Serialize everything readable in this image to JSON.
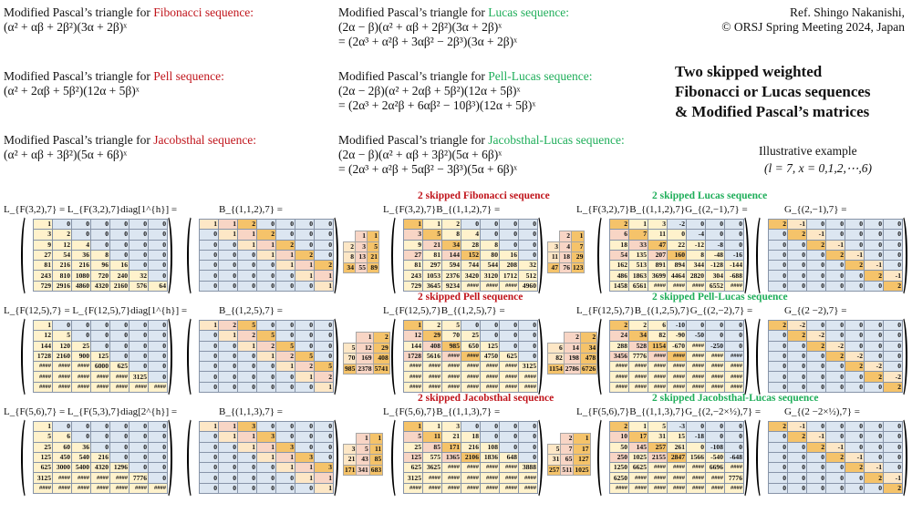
{
  "colors": {
    "red": "#c0141b",
    "green": "#1fae5a",
    "blue": "#dce6f1",
    "yellow": "#fff2cc",
    "orange": "#f5c36a",
    "pink": "#f8d5c5",
    "light": "#fde7c6"
  },
  "header": {
    "prefix": "Modified Pascal’s triangle for ",
    "left": [
      {
        "name": "Fibonacci sequence:",
        "formula": "(α² + αβ + 2β²)(3α + 2β)ˣ"
      },
      {
        "name": "Pell sequence:",
        "formula": "(α² + 2αβ + 5β²)(12α + 5β)ˣ"
      },
      {
        "name": "Jacobsthal sequence:",
        "formula": "(α² + αβ + 3β²)(5α + 6β)ˣ"
      }
    ],
    "middle": [
      {
        "name": "Lucas sequence:",
        "formula": "(2α − β)(α² + αβ + 2β²)(3α + 2β)ˣ",
        "formula2": "= (2α³ + α²β + 3αβ² − 2β³)(3α + 2β)ˣ"
      },
      {
        "name": "Pell-Lucas sequence:",
        "formula": "(2α − 2β)(α² + 2αβ + 5β²)(12α + 5β)ˣ",
        "formula2": "= (2α³ + 2α²β + 6αβ² − 10β³)(12α + 5β)ˣ"
      },
      {
        "name": "Jacobsthal-Lucas sequence:",
        "formula": "(2α − β)(α² + αβ + 3β²)(5α + 6β)ˣ",
        "formula2": "= (2α³ + α²β + 5αβ² − 3β³)(5α + 6β)ˣ"
      }
    ],
    "ref1": "Ref. Shingo Nakanishi,",
    "ref2": "© ORSJ Spring Meeting 2024, Japan",
    "title": [
      "Two skipped weighted",
      "Fibonacci or Lucas sequences",
      "& Modified Pascal’s matrices"
    ],
    "example": "Illustrative example",
    "example_params": "(l = 7, x = 0,1,2,⋯,6)"
  },
  "rows": [
    {
      "sect_left": "2 skipped Fibonacci sequence",
      "sect_right": "2 skipped Lucas sequence",
      "labels": [
        "L_{F(3,2),7} = L_{F(3,2),7}diag[1^{h}] =",
        "B_{(1,1,2),7} =",
        "L_{F(3,2),7}B_{(1,1,2),7} =",
        "L_{F(3,2),7}B_{(1,1,2),7}G_{(2,−1),7} =",
        "G_{(2,−1),7} ="
      ],
      "L": [
        [
          1,
          0,
          0,
          0,
          0,
          0,
          0
        ],
        [
          3,
          2,
          0,
          0,
          0,
          0,
          0
        ],
        [
          9,
          12,
          4,
          0,
          0,
          0,
          0
        ],
        [
          27,
          54,
          36,
          8,
          0,
          0,
          0
        ],
        [
          81,
          216,
          216,
          96,
          16,
          0,
          0
        ],
        [
          243,
          810,
          1080,
          720,
          240,
          32,
          0
        ],
        [
          729,
          2916,
          4860,
          4320,
          2160,
          576,
          64
        ]
      ],
      "B": [
        [
          1,
          1,
          2,
          0,
          0,
          0,
          0
        ],
        [
          0,
          1,
          1,
          2,
          0,
          0,
          0
        ],
        [
          0,
          0,
          1,
          1,
          2,
          0,
          0
        ],
        [
          0,
          0,
          0,
          1,
          1,
          2,
          0
        ],
        [
          0,
          0,
          0,
          0,
          1,
          1,
          2
        ],
        [
          0,
          0,
          0,
          0,
          0,
          1,
          1
        ],
        [
          0,
          0,
          0,
          0,
          0,
          0,
          1
        ]
      ],
      "S1": [
        [
          "",
          1,
          1
        ],
        [
          2,
          3,
          5
        ],
        [
          8,
          13,
          21
        ],
        [
          34,
          55,
          89
        ]
      ],
      "LB": [
        [
          1,
          1,
          2,
          0,
          0,
          0,
          0
        ],
        [
          3,
          5,
          8,
          4,
          0,
          0,
          0
        ],
        [
          9,
          21,
          34,
          28,
          8,
          0,
          0
        ],
        [
          27,
          81,
          144,
          152,
          80,
          16,
          0
        ],
        [
          81,
          297,
          594,
          744,
          544,
          208,
          32
        ],
        [
          243,
          1053,
          2376,
          3420,
          3120,
          1712,
          512
        ],
        [
          729,
          3645,
          9234,
          "####",
          "####",
          "####",
          4960
        ]
      ],
      "S2": [
        [
          "",
          2,
          1
        ],
        [
          3,
          4,
          7
        ],
        [
          11,
          18,
          29
        ],
        [
          47,
          76,
          123
        ]
      ],
      "LBG": [
        [
          2,
          1,
          3,
          -2,
          0,
          0,
          0
        ],
        [
          6,
          7,
          11,
          0,
          -4,
          0,
          0
        ],
        [
          18,
          33,
          47,
          22,
          -12,
          -8,
          0
        ],
        [
          54,
          135,
          207,
          160,
          8,
          -48,
          -16
        ],
        [
          162,
          513,
          891,
          894,
          344,
          -128,
          -144
        ],
        [
          486,
          1863,
          3699,
          4464,
          2820,
          304,
          -688
        ],
        [
          1458,
          6561,
          "####",
          "####",
          "####",
          6552,
          "####"
        ]
      ],
      "G": [
        [
          2,
          -1,
          0,
          0,
          0,
          0,
          0
        ],
        [
          0,
          2,
          -1,
          0,
          0,
          0,
          0
        ],
        [
          0,
          0,
          2,
          -1,
          0,
          0,
          0
        ],
        [
          0,
          0,
          0,
          2,
          -1,
          0,
          0
        ],
        [
          0,
          0,
          0,
          0,
          2,
          -1,
          0
        ],
        [
          0,
          0,
          0,
          0,
          0,
          2,
          -1
        ],
        [
          0,
          0,
          0,
          0,
          0,
          0,
          2
        ]
      ]
    },
    {
      "sect_left": "2 skipped Pell sequence",
      "sect_right": "2 skipped Pell-Lucas sequence",
      "labels": [
        "L_{F(12,5),7} = L_{F(12,5),7}diag[1^{h}] =",
        "B_{(1,2,5),7} =",
        "L_{F(12,5),7}B_{(1,2,5),7} =",
        "L_{F(12,5),7}B_{(1,2,5),7}G_{(2,−2),7} =",
        "G_{(2 −2),7} ="
      ],
      "L": [
        [
          1,
          0,
          0,
          0,
          0,
          0,
          0
        ],
        [
          12,
          5,
          0,
          0,
          0,
          0,
          0
        ],
        [
          144,
          120,
          25,
          0,
          0,
          0,
          0
        ],
        [
          1728,
          2160,
          900,
          125,
          0,
          0,
          0
        ],
        [
          "####",
          "####",
          "####",
          6000,
          625,
          0,
          0
        ],
        [
          "####",
          "####",
          "####",
          "####",
          "####",
          3125,
          0
        ],
        [
          "####",
          "####",
          "####",
          "####",
          "####",
          "####",
          "####"
        ]
      ],
      "B": [
        [
          1,
          2,
          5,
          0,
          0,
          0,
          0
        ],
        [
          0,
          1,
          2,
          5,
          0,
          0,
          0
        ],
        [
          0,
          0,
          1,
          2,
          5,
          0,
          0
        ],
        [
          0,
          0,
          0,
          1,
          2,
          5,
          0
        ],
        [
          0,
          0,
          0,
          0,
          1,
          2,
          5
        ],
        [
          0,
          0,
          0,
          0,
          0,
          1,
          2
        ],
        [
          0,
          0,
          0,
          0,
          0,
          0,
          1
        ]
      ],
      "S1": [
        [
          "",
          1,
          2
        ],
        [
          5,
          12,
          29
        ],
        [
          70,
          169,
          408
        ],
        [
          985,
          2378,
          5741
        ]
      ],
      "LB": [
        [
          1,
          2,
          5,
          0,
          0,
          0,
          0
        ],
        [
          12,
          29,
          70,
          25,
          0,
          0,
          0
        ],
        [
          144,
          408,
          985,
          650,
          125,
          0,
          0
        ],
        [
          1728,
          5616,
          "####",
          "####",
          4750,
          625,
          0
        ],
        [
          "####",
          "####",
          "####",
          "####",
          "####",
          "####",
          3125
        ],
        [
          "####",
          "####",
          "####",
          "####",
          "####",
          "####",
          "####"
        ],
        [
          "####",
          "####",
          "####",
          "####",
          "####",
          "####",
          "####"
        ]
      ],
      "S2": [
        [
          "",
          2,
          2
        ],
        [
          6,
          14,
          34
        ],
        [
          82,
          198,
          478
        ],
        [
          1154,
          2786,
          6726
        ]
      ],
      "LBG": [
        [
          2,
          2,
          6,
          -10,
          0,
          0,
          0
        ],
        [
          24,
          34,
          82,
          -90,
          -50,
          0,
          0
        ],
        [
          288,
          528,
          1154,
          -670,
          "####",
          -250,
          0
        ],
        [
          3456,
          7776,
          "####",
          "####",
          "####",
          "####",
          "####"
        ],
        [
          "####",
          "####",
          "####",
          "####",
          "####",
          "####",
          "####"
        ],
        [
          "####",
          "####",
          "####",
          "####",
          "####",
          "####",
          "####"
        ],
        [
          "####",
          "####",
          "####",
          "####",
          "####",
          "####",
          "####"
        ]
      ],
      "G": [
        [
          2,
          -2,
          0,
          0,
          0,
          0,
          0
        ],
        [
          0,
          2,
          -2,
          0,
          0,
          0,
          0
        ],
        [
          0,
          0,
          2,
          -2,
          0,
          0,
          0
        ],
        [
          0,
          0,
          0,
          2,
          -2,
          0,
          0
        ],
        [
          0,
          0,
          0,
          0,
          2,
          -2,
          0
        ],
        [
          0,
          0,
          0,
          0,
          0,
          2,
          -2
        ],
        [
          0,
          0,
          0,
          0,
          0,
          0,
          2
        ]
      ]
    },
    {
      "sect_left": "2 skipped Jacobsthal sequence",
      "sect_right": "2 skipped Jacobsthal-Lucas sequence",
      "labels": [
        "L_{F(5,6),7} = L_{F(5,3),7}diag[2^{h}] =",
        "B_{(1,1,3),7} =",
        "L_{F(5,6),7}B_{(1,1,3),7} =",
        "L_{F(5,6),7}B_{(1,1,3),7}G_{(2,−2×½),7} =",
        "G_{(2 −2×½),7} ="
      ],
      "L": [
        [
          1,
          0,
          0,
          0,
          0,
          0,
          0
        ],
        [
          5,
          6,
          0,
          0,
          0,
          0,
          0
        ],
        [
          25,
          60,
          36,
          0,
          0,
          0,
          0
        ],
        [
          125,
          450,
          540,
          216,
          0,
          0,
          0
        ],
        [
          625,
          3000,
          5400,
          4320,
          1296,
          0,
          0
        ],
        [
          3125,
          "####",
          "####",
          "####",
          "####",
          7776,
          0
        ],
        [
          "####",
          "####",
          "####",
          "####",
          "####",
          "####",
          "####"
        ]
      ],
      "B": [
        [
          1,
          1,
          3,
          0,
          0,
          0,
          0
        ],
        [
          0,
          1,
          1,
          3,
          0,
          0,
          0
        ],
        [
          0,
          0,
          1,
          1,
          3,
          0,
          0
        ],
        [
          0,
          0,
          0,
          1,
          1,
          3,
          0
        ],
        [
          0,
          0,
          0,
          0,
          1,
          1,
          3
        ],
        [
          0,
          0,
          0,
          0,
          0,
          1,
          1
        ],
        [
          0,
          0,
          0,
          0,
          0,
          0,
          1
        ]
      ],
      "S1": [
        [
          "",
          1,
          1
        ],
        [
          3,
          5,
          11
        ],
        [
          21,
          43,
          85
        ],
        [
          171,
          341,
          683
        ]
      ],
      "LB": [
        [
          1,
          1,
          3,
          0,
          0,
          0,
          0
        ],
        [
          5,
          11,
          21,
          18,
          0,
          0,
          0
        ],
        [
          25,
          85,
          171,
          216,
          108,
          0,
          0
        ],
        [
          125,
          575,
          1365,
          2106,
          1836,
          648,
          0
        ],
        [
          625,
          3625,
          "####",
          "####",
          "####",
          "####",
          3888
        ],
        [
          3125,
          "####",
          "####",
          "####",
          "####",
          "####",
          "####"
        ],
        [
          "####",
          "####",
          "####",
          "####",
          "####",
          "####",
          "####"
        ]
      ],
      "S2": [
        [
          "",
          2,
          1
        ],
        [
          5,
          7,
          17
        ],
        [
          31,
          65,
          127
        ],
        [
          257,
          511,
          1025
        ]
      ],
      "LBG": [
        [
          2,
          1,
          5,
          -3,
          0,
          0,
          0
        ],
        [
          10,
          17,
          31,
          15,
          -18,
          0,
          0
        ],
        [
          50,
          145,
          257,
          261,
          0,
          -108,
          0
        ],
        [
          250,
          1025,
          2155,
          2847,
          1566,
          -540,
          -648
        ],
        [
          1250,
          6625,
          "####",
          "####",
          "####",
          6696,
          "####"
        ],
        [
          6250,
          "####",
          "####",
          "####",
          "####",
          "####",
          7776
        ],
        [
          "####",
          "####",
          "####",
          "####",
          "####",
          "####",
          "####"
        ]
      ],
      "G": [
        [
          2,
          -1,
          0,
          0,
          0,
          0,
          0
        ],
        [
          0,
          2,
          -1,
          0,
          0,
          0,
          0
        ],
        [
          0,
          0,
          2,
          -1,
          0,
          0,
          0
        ],
        [
          0,
          0,
          0,
          2,
          -1,
          0,
          0
        ],
        [
          0,
          0,
          0,
          0,
          2,
          -1,
          0
        ],
        [
          0,
          0,
          0,
          0,
          0,
          2,
          -1
        ],
        [
          0,
          0,
          0,
          0,
          0,
          0,
          2
        ]
      ]
    }
  ]
}
